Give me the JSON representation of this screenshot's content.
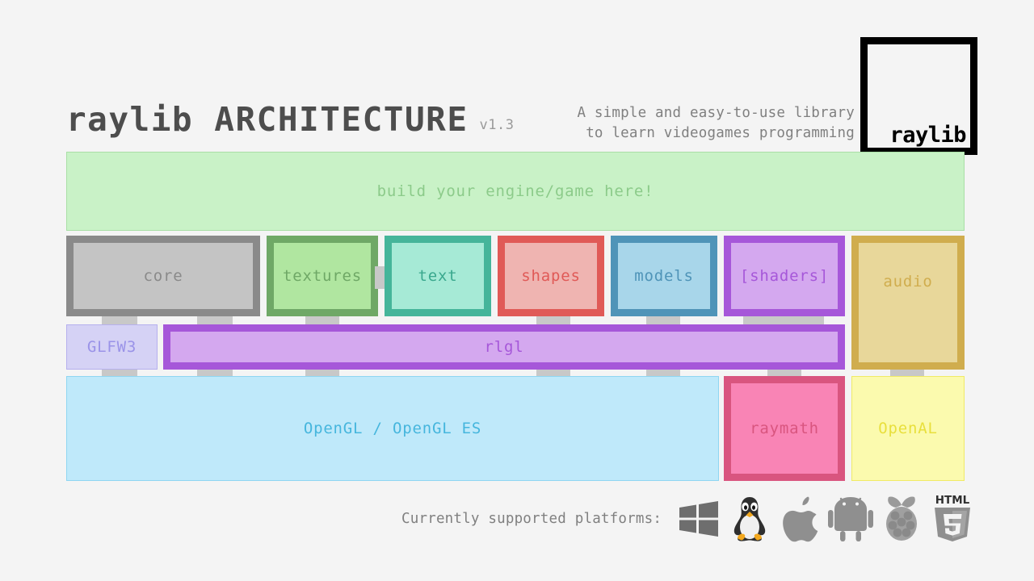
{
  "header": {
    "title": "raylib ARCHITECTURE",
    "version": "v1.3",
    "tagline_line1": "A simple and easy-to-use library",
    "tagline_line2": "to learn videogames programming",
    "logo_text": "raylib"
  },
  "diagram": {
    "engine_banner": {
      "label": "build your engine/game here!",
      "color": "#c9f2c7"
    },
    "modules": [
      {
        "label": "core",
        "color": "#8a8a8a"
      },
      {
        "label": "textures",
        "color": "#6fa866"
      },
      {
        "label": "text",
        "color": "#3aa88e"
      },
      {
        "label": "shapes",
        "color": "#e05a57"
      },
      {
        "label": "models",
        "color": "#4f94b8"
      },
      {
        "label": "[shaders]",
        "color": "#a657d9"
      },
      {
        "label": "audio",
        "color": "#d0ad4e"
      }
    ],
    "middle_layer": [
      {
        "label": "GLFW3",
        "color": "#9a93e8"
      },
      {
        "label": "rlgl",
        "color": "#a657d9"
      }
    ],
    "bottom_layer": [
      {
        "label": "OpenGL / OpenGL ES",
        "color": "#46b6dd"
      },
      {
        "label": "raymath",
        "color": "#d9557f"
      },
      {
        "label": "OpenAL",
        "color": "#e8df3c"
      }
    ]
  },
  "footer": {
    "platforms_label": "Currently supported platforms:",
    "platforms": [
      "windows-icon",
      "linux-tux-icon",
      "apple-icon",
      "android-icon",
      "raspberry-pi-icon",
      "html5-icon"
    ]
  },
  "colors": {
    "background": "#f4f4f4",
    "title": "#4d4d4d",
    "muted_text": "#808080",
    "tab": "#c8c8c8"
  }
}
